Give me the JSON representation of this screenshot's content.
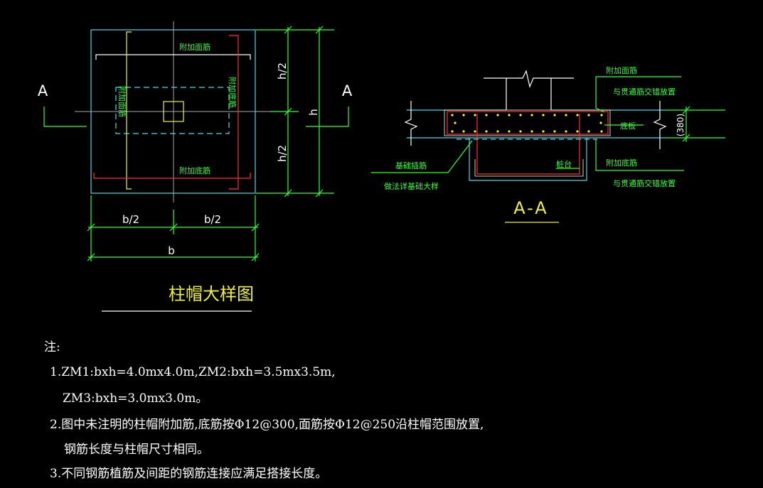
{
  "plan": {
    "label_top": "附加面筋",
    "label_bottom": "附加底筋",
    "label_left": "附加面筋",
    "label_right": "附加底筋",
    "section_mark_left": "A",
    "section_mark_right": "A",
    "dim_h_half_top": "h/2",
    "dim_h_half_bottom": "h/2",
    "dim_h": "h",
    "dim_b_half_left": "b/2",
    "dim_b_half_right": "b/2",
    "dim_b": "b",
    "title": "柱帽大样图"
  },
  "section": {
    "label_top_1": "附加面筋",
    "label_top_2": "与贯通筋交错放置",
    "label_mid": "底板",
    "label_thickness": "(380)",
    "label_bottom_1": "附加底筋",
    "label_bottom_2": "与贯通筋交错放置",
    "label_pile_cap": "桩台",
    "label_left_1": "基础插筋",
    "label_left_2": "做法详基础大样",
    "title": "A-A"
  },
  "notes": {
    "heading": "注:",
    "line1": "1.ZM1:bxh=4.0mx4.0m,ZM2:bxh=3.5mx3.5m,",
    "line2": "ZM3:bxh=3.0mx3.0m。",
    "line3": "2.图中未注明的柱帽附加筋,底筋按Φ12@300,面筋按Φ12@250沿柱帽范围放置,",
    "line4": "钢筋长度与柱帽尺寸相同。",
    "line5": "3.不同钢筋植筋及间距的钢筋连接应满足搭接长度。"
  },
  "colors": {
    "background": "#000000",
    "outline_cyan": "#4fd6e6",
    "rebar_red": "#ff3030",
    "rebar_yellow": "#f0f040",
    "dim_green": "#33ff33",
    "text_white": "#ffffff",
    "text_yellow": "#f0f040",
    "centerline_gray": "#a8a8a8",
    "rebar_white": "#ffffff"
  }
}
